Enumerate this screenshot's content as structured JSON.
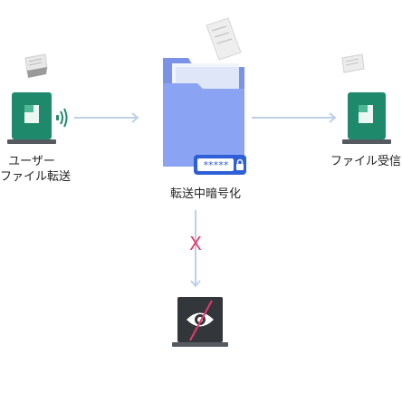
{
  "sender": {
    "label_line1": "ユーザー",
    "label_line2": "ファイル転送"
  },
  "center": {
    "label": "転送中暗号化",
    "password_mask": "*****"
  },
  "receiver": {
    "label": "ファイル受信"
  },
  "blocked_marker": "X",
  "colors": {
    "laptop_screen": "#1e8a6b",
    "laptop_body": "#555a60",
    "folder": "#7b96ee",
    "arrow": "#bcd0e8",
    "block_mark": "#e53a6a",
    "interceptor_screen": "#33363b"
  }
}
